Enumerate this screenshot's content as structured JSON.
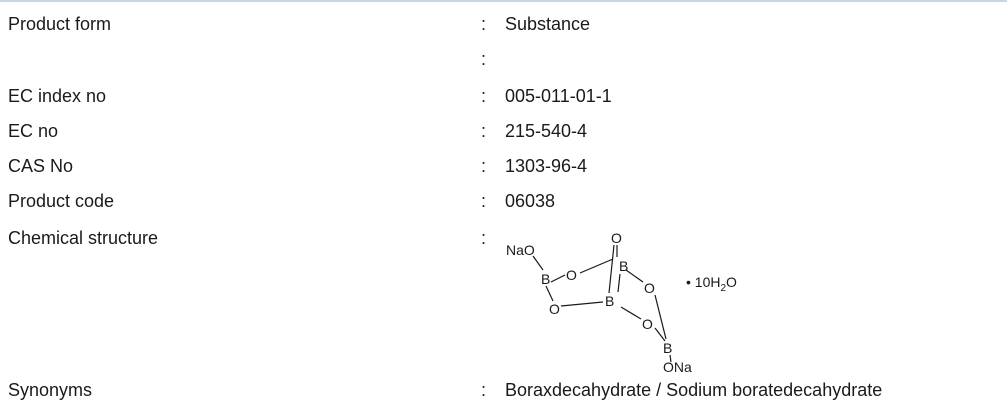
{
  "fields": [
    {
      "label": "Product form",
      "value": "Substance"
    },
    {
      "label": "",
      "value": ""
    },
    {
      "label": "EC index no",
      "value": "005-011-01-1"
    },
    {
      "label": "EC no",
      "value": "215-540-4"
    },
    {
      "label": "CAS No",
      "value": "1303-96-4"
    },
    {
      "label": "Product code",
      "value": "06038"
    },
    {
      "label": "Chemical structure",
      "value": ""
    }
  ],
  "synonyms": {
    "label": "Synonyms",
    "value": "Boraxdecahydrate / Sodium boratedecahydrate"
  },
  "structure": {
    "na_top": "NaO",
    "na_bottom": "ONa",
    "boron": "B",
    "oxygen": "O",
    "hydrate": "• 10H",
    "hydrate_sub": "2",
    "hydrate_tail": "O"
  }
}
